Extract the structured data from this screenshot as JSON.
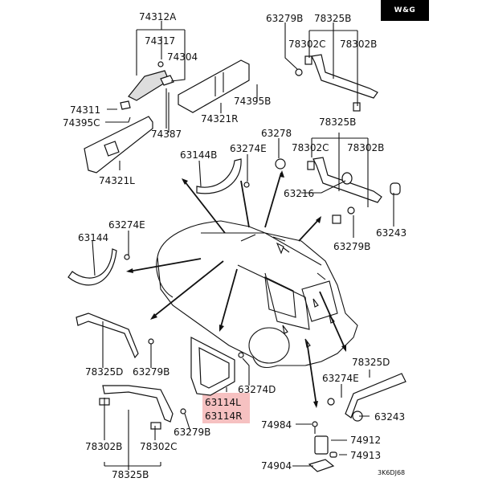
{
  "logo": {
    "text": "W&G"
  },
  "labels": {
    "p74312A": "74312A",
    "p74317": "74317",
    "p74304": "74304",
    "p74311": "74311",
    "p74395C": "74395C",
    "p74387": "74387",
    "p74321L": "74321L",
    "p74321R": "74321R",
    "p74395B": "74395B",
    "p63279B_top": "63279B",
    "p78325B_top": "78325B",
    "p78302C_top": "78302C",
    "p78302B_top": "78302B",
    "p78325B_mid": "78325B",
    "p78302C_mid": "78302C",
    "p78302B_mid": "78302B",
    "p63278": "63278",
    "p63216": "63216",
    "p63243_top": "63243",
    "p63279B_mid": "63279B",
    "p63144B": "63144B",
    "p63274E_top": "63274E",
    "p63274E_left": "63274E",
    "p63144": "63144",
    "p78325D_left": "78325D",
    "p63279B_left": "63279B",
    "p78302B_bot": "78302B",
    "p78302C_bot": "78302C",
    "p63279B_bot": "63279B",
    "p78325B_bot": "78325B",
    "p63274D": "63274D",
    "p63114L": "63114L",
    "p63114R": "63114R",
    "p78325D_right": "78325D",
    "p63274E_right": "63274E",
    "p63243_bot": "63243",
    "p74984": "74984",
    "p74912": "74912",
    "p74913": "74913",
    "p74904": "74904",
    "diagram_code": "3K6DJ68"
  },
  "highlight_color": "#f4b6b6"
}
